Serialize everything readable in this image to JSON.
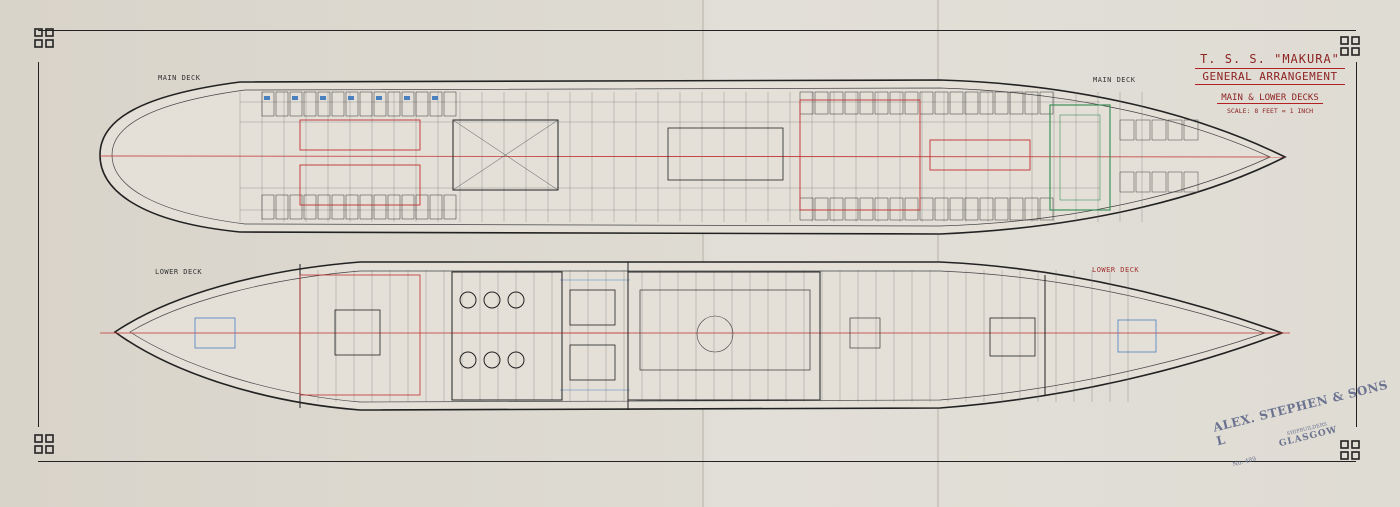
{
  "title": {
    "vessel": "T. S. S. \"MAKURA\"",
    "drawing": "GENERAL ARRANGEMENT",
    "subtitle": "MAIN & LOWER DECKS",
    "scale": "SCALE: 8 FEET = 1 INCH"
  },
  "decks": {
    "main_label_left": "MAIN DECK",
    "main_label_right": "MAIN DECK",
    "lower_label_left": "LOWER DECK",
    "lower_label_right": "LOWER DECK"
  },
  "stamp": {
    "firm": "ALEX. STEPHEN & SONS L",
    "line2": "SHIPBUILDERS",
    "city": "GLASGOW",
    "number": "No. 489"
  },
  "colors": {
    "paper": "#dedbd3",
    "ink": "#2a2a2a",
    "red_line": "#c23030",
    "blue_line": "#4a7fc0",
    "green_line": "#3f8f5a"
  }
}
